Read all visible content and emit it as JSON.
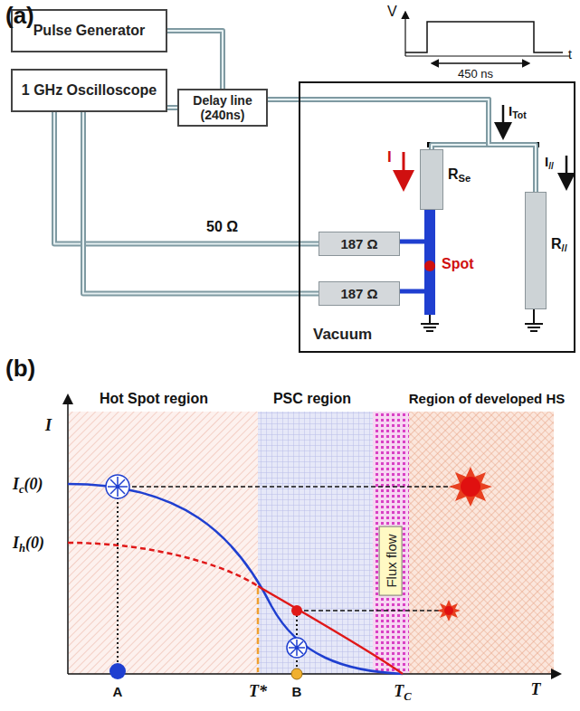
{
  "diagram": {
    "nodes": [
      {
        "text": [
          "Pulse Generator"
        ]
      },
      {
        "text": [
          "1 GHz Oscilloscope"
        ]
      },
      {
        "text": [
          "Delay line (240ns)"
        ]
      },
      {
        "text": [
          "Vacuum"
        ]
      },
      {
        "text": [
          "187 Ω"
        ],
        "in": 3
      },
      {
        "text": [
          "187 Ω"
        ],
        "in": 3
      },
      {
        "text": [
          "RSe"
        ],
        "in": 3
      },
      {
        "text": [
          "R//"
        ],
        "in": 3
      },
      {
        "text": [
          "Flux flow"
        ]
      }
    ],
    "edges": [
      {
        "from": 0,
        "to": 2,
        "arrow": "none"
      },
      {
        "from": 1,
        "to": 2,
        "arrow": "none"
      },
      {
        "from": 2,
        "to": 6,
        "arrow": "none"
      },
      {
        "from": 2,
        "to": 7,
        "arrow": "none"
      },
      {
        "from": 1,
        "to": 4,
        "arrow": "none",
        "label": "50 Ω"
      },
      {
        "from": 1,
        "to": 5,
        "arrow": "none"
      }
    ],
    "labels": [
      "(a)",
      "V",
      "450 ns",
      "t",
      "ITot",
      "I",
      "I//",
      "Spot",
      "(b)",
      "Hot Spot region",
      "PSC region",
      "Region of developed HS",
      "I",
      "Ic(0)",
      "Ih(0)",
      "A",
      "T*",
      "B",
      "TC",
      "T"
    ]
  }
}
